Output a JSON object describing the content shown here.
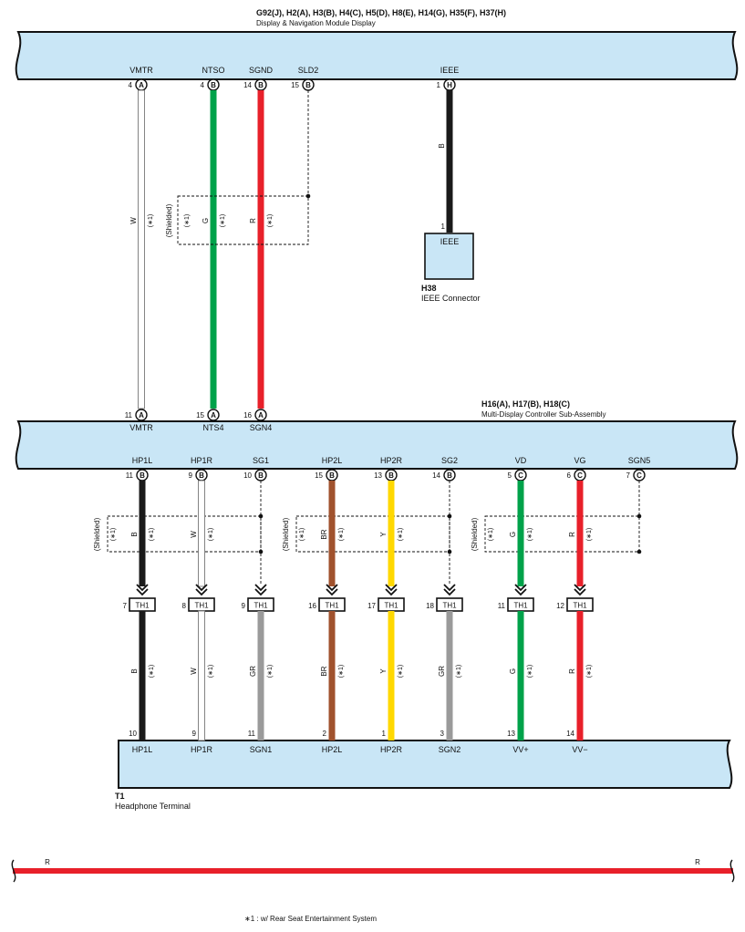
{
  "colors": {
    "box_fill": "#c9e6f6",
    "B": "#1a1a1a",
    "W": "#ffffff",
    "G": "#00a24a",
    "R": "#e8202a",
    "BR": "#a0522d",
    "Y": "#ffd800",
    "GR": "#9a9a9a"
  },
  "modules": {
    "display": {
      "codes": "G92(J), H2(A), H3(B), H4(C), H5(D), H8(E), H14(G), H35(F), H37(H)",
      "name": "Display & Navigation Module Display"
    },
    "controller": {
      "codes": "H16(A), H17(B), H18(C)",
      "name": "Multi-Display Controller Sub-Assembly"
    },
    "ieee": {
      "code": "H38",
      "name": "IEEE Connector",
      "pin": "1",
      "terminal": "IEEE"
    },
    "headphone": {
      "code": "T1",
      "name": "Headphone Terminal"
    }
  },
  "display_terminals": [
    {
      "id": "vmtr",
      "label": "VMTR",
      "pin": "4",
      "conn": "A"
    },
    {
      "id": "ntso",
      "label": "NTSO",
      "pin": "4",
      "conn": "B"
    },
    {
      "id": "sgnd",
      "label": "SGND",
      "pin": "14",
      "conn": "B"
    },
    {
      "id": "sld2",
      "label": "SLD2",
      "pin": "15",
      "conn": "B"
    },
    {
      "id": "ieee",
      "label": "IEEE",
      "pin": "1",
      "conn": "H"
    }
  ],
  "upper_wires": [
    {
      "id": "vmtr",
      "color": "W",
      "note": "(∗1)"
    },
    {
      "id": "ntso",
      "color": "G",
      "note": "(∗1)"
    },
    {
      "id": "sgnd",
      "color": "R",
      "note": "(∗1)"
    },
    {
      "id": "ieee",
      "color": "B",
      "note": ""
    }
  ],
  "upper_shield": {
    "label": "(Shielded)",
    "note": "(∗1)"
  },
  "controller_top_terminals": [
    {
      "id": "vmtr",
      "label": "VMTR",
      "pin": "11",
      "conn": "A"
    },
    {
      "id": "nts4",
      "label": "NTS4",
      "pin": "15",
      "conn": "A"
    },
    {
      "id": "sgn4",
      "label": "SGN4",
      "pin": "16",
      "conn": "A"
    }
  ],
  "controller_bottom_terminals": [
    {
      "id": "hp1l",
      "label": "HP1L",
      "pin": "11",
      "conn": "B"
    },
    {
      "id": "hp1r",
      "label": "HP1R",
      "pin": "9",
      "conn": "B"
    },
    {
      "id": "sg1",
      "label": "SG1",
      "pin": "10",
      "conn": "B"
    },
    {
      "id": "hp2l",
      "label": "HP2L",
      "pin": "15",
      "conn": "B"
    },
    {
      "id": "hp2r",
      "label": "HP2R",
      "pin": "13",
      "conn": "B"
    },
    {
      "id": "sg2",
      "label": "SG2",
      "pin": "14",
      "conn": "B"
    },
    {
      "id": "vd",
      "label": "VD",
      "pin": "5",
      "conn": "C"
    },
    {
      "id": "vg",
      "label": "VG",
      "pin": "6",
      "conn": "C"
    },
    {
      "id": "sgn5",
      "label": "SGN5",
      "pin": "7",
      "conn": "C"
    }
  ],
  "lower_wires": [
    {
      "id": "hp1l",
      "color": "B",
      "note": "(∗1)",
      "th_pin": "7",
      "th": "TH1",
      "hp_pin": "10",
      "hp_label": "HP1L"
    },
    {
      "id": "hp1r",
      "color": "W",
      "note": "(∗1)",
      "th_pin": "8",
      "th": "TH1",
      "hp_pin": "9",
      "hp_label": "HP1R"
    },
    {
      "id": "sg1",
      "color": "GR",
      "note": "(∗1)",
      "th_pin": "9",
      "th": "TH1",
      "hp_pin": "11",
      "hp_label": "SGN1"
    },
    {
      "id": "hp2l",
      "color": "BR",
      "note": "(∗1)",
      "th_pin": "16",
      "th": "TH1",
      "hp_pin": "2",
      "hp_label": "HP2L"
    },
    {
      "id": "hp2r",
      "color": "Y",
      "note": "(∗1)",
      "th_pin": "17",
      "th": "TH1",
      "hp_pin": "1",
      "hp_label": "HP2R"
    },
    {
      "id": "sg2",
      "color": "GR",
      "note": "(∗1)",
      "th_pin": "18",
      "th": "TH1",
      "hp_pin": "3",
      "hp_label": "SGN2"
    },
    {
      "id": "vd",
      "color": "G",
      "note": "(∗1)",
      "th_pin": "11",
      "th": "TH1",
      "hp_pin": "13",
      "hp_label": "VV+"
    },
    {
      "id": "vg",
      "color": "R",
      "note": "(∗1)",
      "th_pin": "12",
      "th": "TH1",
      "hp_pin": "14",
      "hp_label": "VV−"
    }
  ],
  "lower_shields": [
    {
      "label": "(Shielded)",
      "note": "(∗1)"
    },
    {
      "label": "(Shielded)",
      "note": "(∗1)"
    },
    {
      "label": "(Shielded)",
      "note": "(∗1)"
    }
  ],
  "bottom_bus": {
    "left_label": "R",
    "right_label": "R",
    "color": "R"
  },
  "footnote": "∗1 : w/ Rear Seat Entertainment System"
}
